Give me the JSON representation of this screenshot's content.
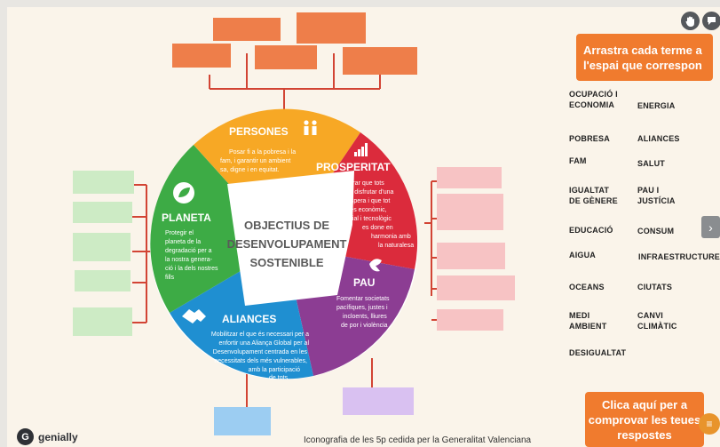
{
  "instructions": "Arrastra cada terme a l'espai que correspon",
  "check_button": "Clica aquí per a comprovar les teues respostes",
  "caption": "Iconografia de les 5p cedida per la Generalitat Valenciana",
  "brand": "genially",
  "brand_initial": "G",
  "icons": {
    "hand": "hand-icon",
    "chat": "chat-icon",
    "next": "chevron-right-icon",
    "corner": "menu-icon"
  },
  "center": {
    "line1": "OBJECTIUS DE",
    "line2": "DESENVOLUPAMENT",
    "line3": "SOSTENIBLE"
  },
  "segments": {
    "persones": {
      "title": "PERSONES",
      "lines": [
        "Posar fi a la pobresa i la",
        "fam, i garantir un ambient",
        "sa, digne i en equitat."
      ]
    },
    "prosperitat": {
      "title": "PROSPERITAT",
      "lines": [
        "Assegurar que tots",
        "puguen disfrutar d'una",
        "vida pròspera i que tot",
        "progrés econòmic,",
        "social i tecnològic",
        "es done en",
        "harmonia amb",
        "la naturalesa"
      ]
    },
    "pau": {
      "title": "PAU",
      "lines": [
        "Fomentar societats",
        "pacífiques, justes i",
        "incloents, lliures",
        "de por i violència"
      ]
    },
    "aliances": {
      "title": "ALIANCES",
      "lines": [
        "Mobilitzar el que és necessari per a",
        "enfortir una Aliança Global per al",
        "Desenvolupament centrada en les",
        "necessitats dels més vulnerables,",
        "amb la participació",
        "de tots."
      ]
    },
    "planeta": {
      "title": "PLANETA",
      "lines": [
        "Protegir el",
        "planeta de la",
        "degradació per a",
        "la nostra genera-",
        "ció i la dels nostres",
        "fills"
      ]
    }
  },
  "terms": [
    "OCUPACIÓ I ECONOMIA",
    "ENERGIA",
    "POBRESA",
    "ALIANCES",
    "FAM",
    "SALUT",
    "IGUALTAT DE GÈNERE",
    "PAU I JUSTÍCIA",
    "EDUCACIÓ",
    "CONSUM",
    "AIGUA",
    "INFRAESTRUCTURES",
    "OCEANS",
    "CIUTATS",
    "MEDI AMBIENT",
    "CANVI CLIMÀTIC",
    "DESIGUALTAT"
  ],
  "colors": {
    "accent": "#f07b2e",
    "persones": "#f7a825",
    "prosperitat": "#db2b3c",
    "pau": "#8c3d93",
    "aliances": "#1f8fd1",
    "planeta": "#3dab45",
    "slot_orange": "#ee7e4a",
    "slot_pink": "#f7c3c4",
    "slot_green": "#cdebc5",
    "slot_blue": "#9ccdf2",
    "slot_purple": "#d9c1f1",
    "connector": "#d24434"
  }
}
